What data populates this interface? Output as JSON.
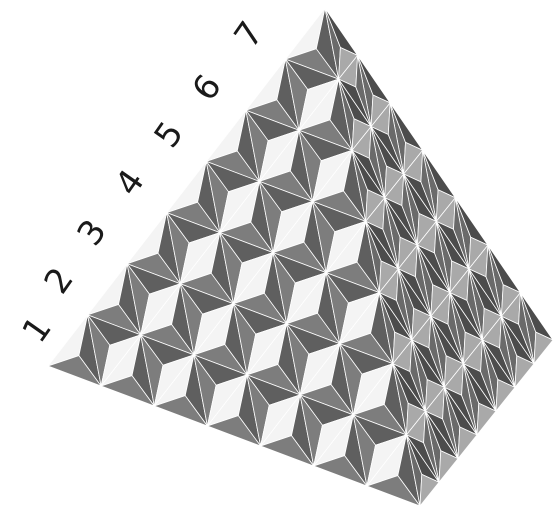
{
  "figure": {
    "row_count": 7,
    "colors": {
      "background": "#ffffff",
      "face_dark": "#5f5f5f",
      "face_mid": "#7d7d7d",
      "face_light": "#f4f4f4",
      "side_dark": "#4c4c4c",
      "side_mid": "#6a6a6a",
      "side_light": "#a9a9a9",
      "edge": "#ffffff"
    }
  },
  "row_labels": [
    "1",
    "2",
    "3",
    "4",
    "5",
    "6",
    "7"
  ]
}
